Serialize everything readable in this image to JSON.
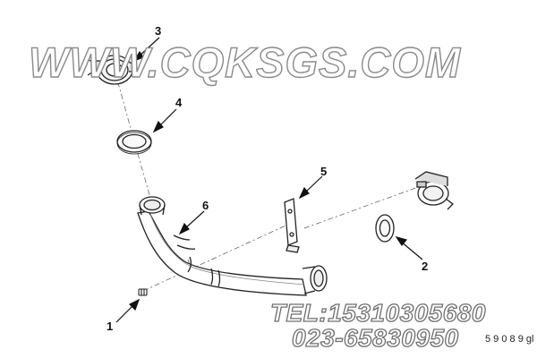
{
  "watermark": "WWW.CQKSGS.COM",
  "contact": {
    "tel": "TEL:15310305680",
    "phone": "023-65830950"
  },
  "callouts": {
    "c1": "1",
    "c2": "2",
    "c3": "3",
    "c4": "4",
    "c5": "5",
    "c6": "6"
  },
  "figure_code": "5 9 0 8 9 gl"
}
